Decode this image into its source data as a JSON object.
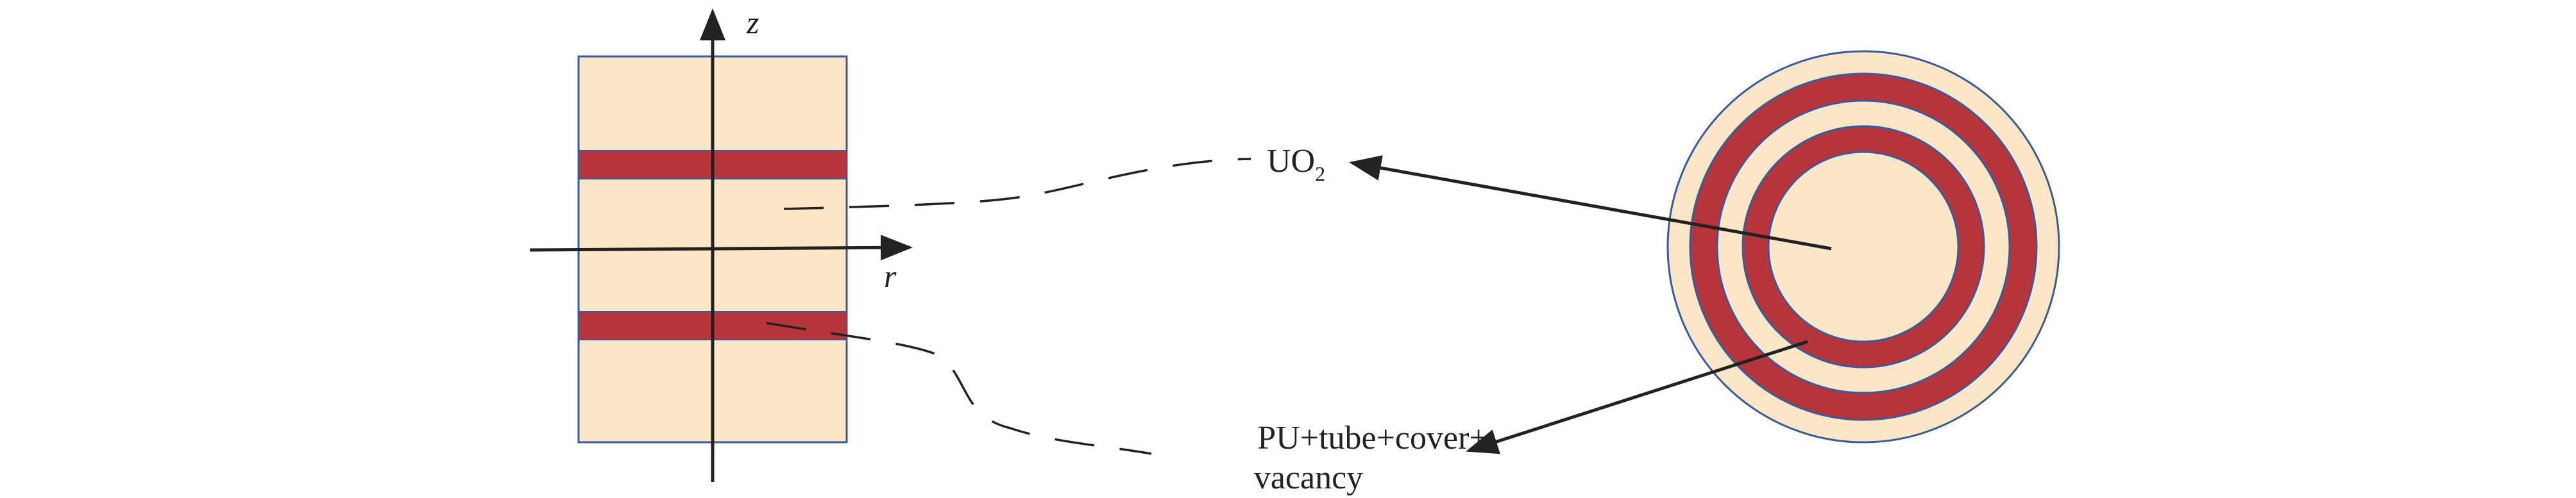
{
  "labels": {
    "axis_z": "z",
    "axis_r": "r",
    "uo2_main": "UO",
    "uo2_sub": "2",
    "pu_line1": "PU+tube+cover+",
    "pu_line2": "vacancy"
  },
  "colors": {
    "fuel": "#FBE7C7",
    "band": "#B5353B",
    "outline": "#3A5A9A",
    "line": "#222222"
  }
}
